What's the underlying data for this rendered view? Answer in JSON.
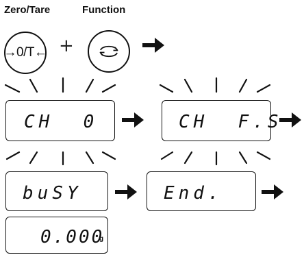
{
  "buttons": {
    "zero_tare": {
      "caption": "Zero/Tare",
      "key_label": "→0/T←"
    },
    "function": {
      "caption": "Function",
      "icon": "cycle-arrows-icon"
    },
    "plus": "+"
  },
  "display_sequence": [
    {
      "id": "ch0",
      "text": "CH  0",
      "blinking": true
    },
    {
      "id": "chfs",
      "text": "CH  F.S",
      "blinking": true
    },
    {
      "id": "busy",
      "text": "buSY",
      "blinking": true
    },
    {
      "id": "end",
      "text": "End.",
      "blinking": false
    },
    {
      "id": "zero",
      "text": "0.000",
      "unit": "g",
      "blinking": false
    }
  ],
  "flow_arrow_icon": "right-arrow-icon",
  "colors": {
    "ink": "#111111",
    "background": "#ffffff"
  }
}
